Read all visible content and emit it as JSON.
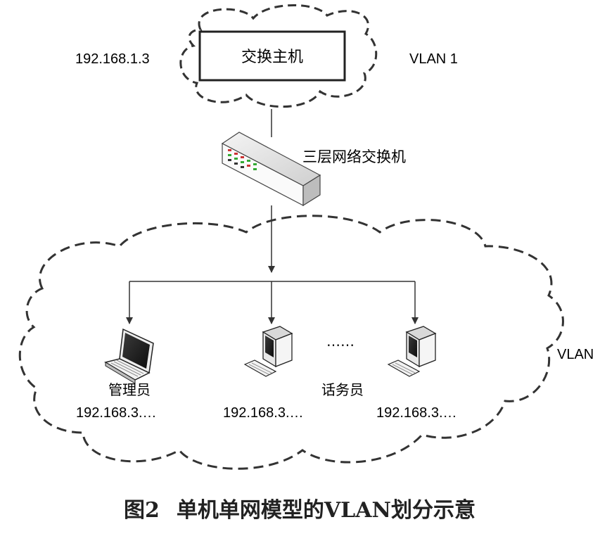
{
  "top_cloud": {
    "host_label": "交换主机",
    "ip": "192.168.1.3",
    "vlan": "VLAN 1"
  },
  "switch": {
    "label": "三层网络交换机"
  },
  "bottom_cloud": {
    "vlan": "VLAN",
    "ellipsis": "……",
    "admin_label": "管理员",
    "operator_label": "话务员",
    "ip_admin": "192.168.3.…",
    "ip_operator_1": "192.168.3.…",
    "ip_operator_2": "192.168.3.…"
  },
  "caption": {
    "figure": "图2",
    "title": "单机单网模型的VLAN划分示意"
  },
  "icons": [
    "laptop-icon",
    "desktop-computer-icon",
    "layer3-switch-icon"
  ]
}
